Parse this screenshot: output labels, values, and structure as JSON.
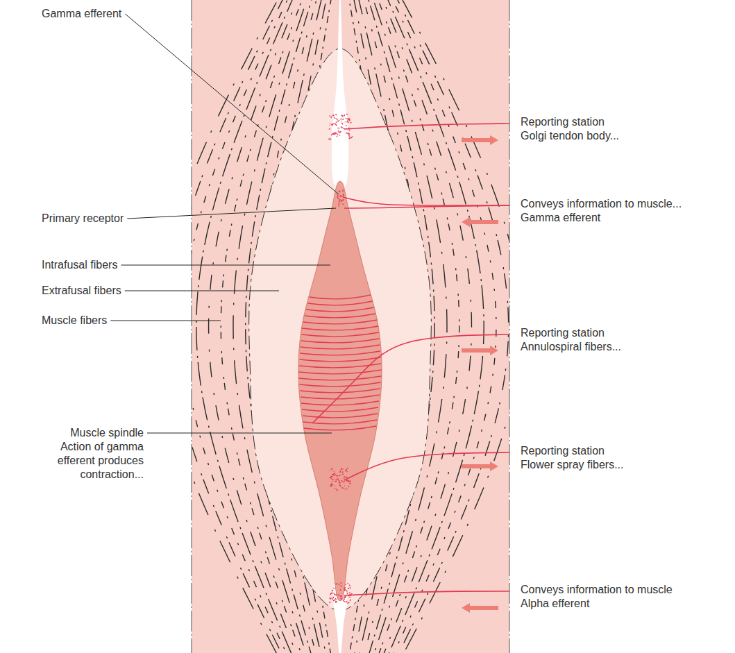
{
  "diagram": {
    "labels": [
      "Gamma efferent",
      "Primary receptor",
      "Intrafusal fibers",
      "Extrafusal fibers",
      "Muscle fibers",
      "Muscle spindle",
      "Action of gamma efferent produces contraction...",
      "Reporting station",
      "Golgi tendon body...",
      "Conveys information to muscle...",
      "Gamma efferent",
      "Reporting station",
      "Annulospiral fibers...",
      "Reporting station",
      "Flower spray fibers...",
      "Conveys information to muscle",
      "Alpha efferent"
    ]
  }
}
